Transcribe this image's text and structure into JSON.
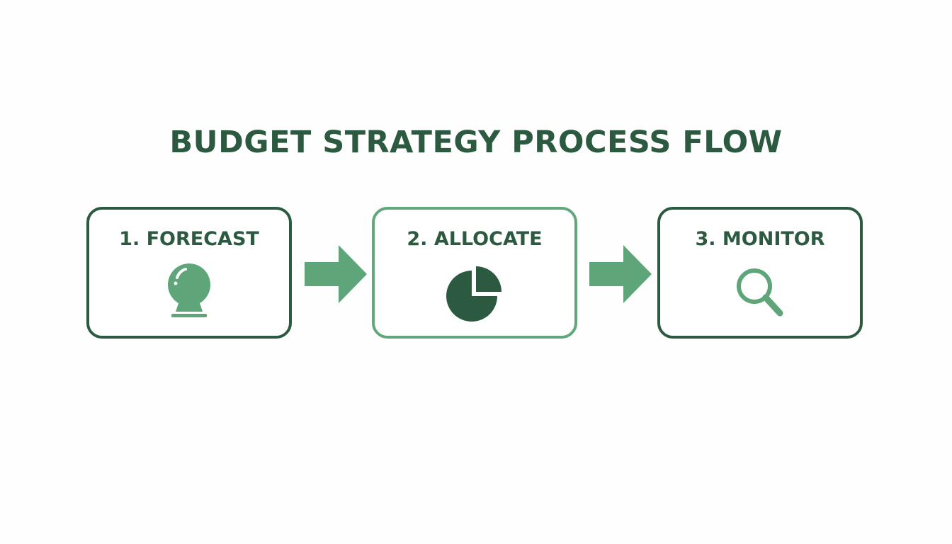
{
  "title": "BUDGET STRATEGY PROCESS FLOW",
  "colors": {
    "dark_green": "#2b5a40",
    "light_green": "#62a77b",
    "background": "#fdfefd"
  },
  "steps": [
    {
      "label": "1. FORECAST",
      "icon": "crystal-ball-icon"
    },
    {
      "label": "2. ALLOCATE",
      "icon": "pie-chart-icon"
    },
    {
      "label": "3. MONITOR",
      "icon": "magnifying-glass-icon"
    }
  ],
  "connectors": [
    {
      "from": "1. FORECAST",
      "to": "2. ALLOCATE",
      "icon": "arrow-right-icon"
    },
    {
      "from": "2. ALLOCATE",
      "to": "3. MONITOR",
      "icon": "arrow-right-icon"
    }
  ]
}
